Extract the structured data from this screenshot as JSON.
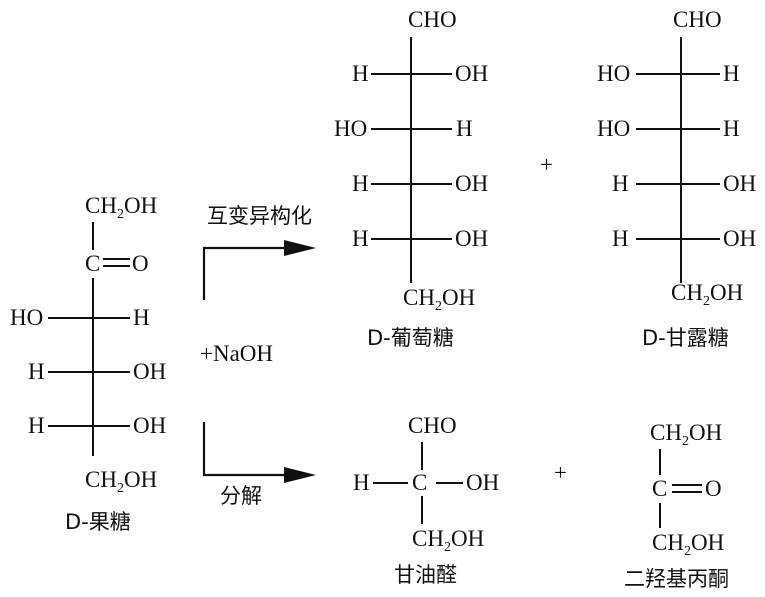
{
  "fructose": {
    "top": "CH2OH",
    "carbonyl_c": "C",
    "carbonyl_o": "O",
    "rows": [
      {
        "left": "HO",
        "right": "H"
      },
      {
        "left": "H",
        "right": "OH"
      },
      {
        "left": "H",
        "right": "OH"
      }
    ],
    "bottom": "CH2OH",
    "name": "D-果糖"
  },
  "reagent": "+NaOH",
  "upper_path_label": "互变异构化",
  "lower_path_label": "分解",
  "glucose": {
    "top": "CHO",
    "rows": [
      {
        "left": "H",
        "right": "OH"
      },
      {
        "left": "HO",
        "right": "H"
      },
      {
        "left": "H",
        "right": "OH"
      },
      {
        "left": "H",
        "right": "OH"
      }
    ],
    "bottom": "CH2OH",
    "name": "D-葡萄糖"
  },
  "mannose": {
    "top": "CHO",
    "rows": [
      {
        "left": "HO",
        "right": "H"
      },
      {
        "left": "HO",
        "right": "H"
      },
      {
        "left": "H",
        "right": "OH"
      },
      {
        "left": "H",
        "right": "OH"
      }
    ],
    "bottom": "CH2OH",
    "name": "D-甘露糖"
  },
  "glyceraldehyde": {
    "top": "CHO",
    "left": "H",
    "center": "C",
    "right": "OH",
    "bottom": "CH2OH",
    "name": "甘油醛"
  },
  "dha": {
    "top": "CH2OH",
    "carbonyl_c": "C",
    "carbonyl_o": "O",
    "bottom": "CH2OH",
    "name": "二羟基丙酮"
  },
  "plus": "+"
}
